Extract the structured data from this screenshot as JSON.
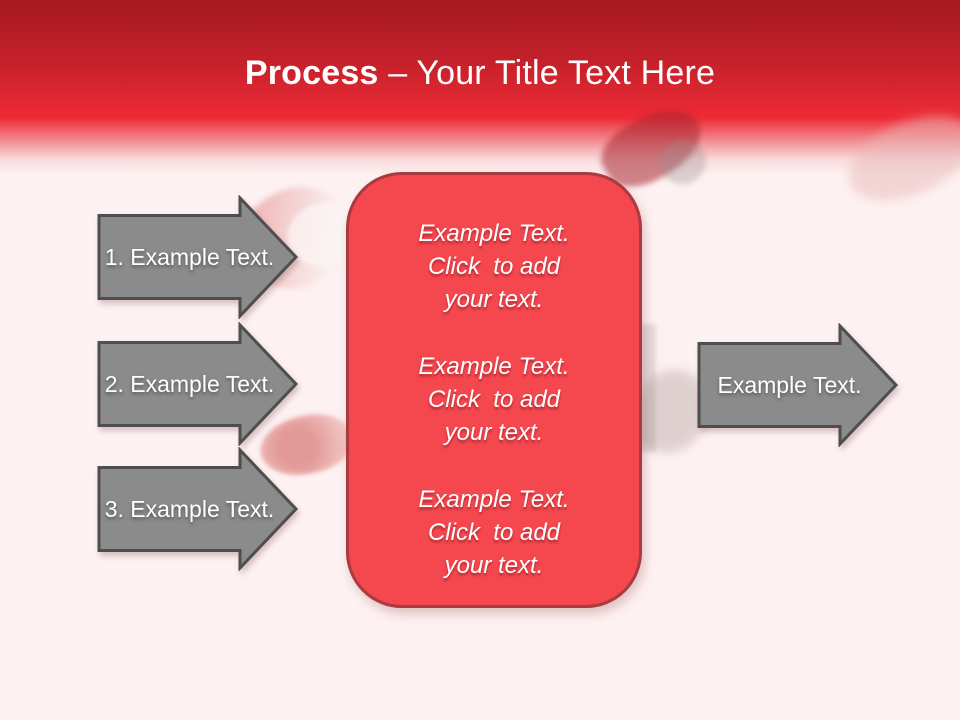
{
  "title": {
    "emphasis": "Process",
    "rest": " – Your Title Text Here"
  },
  "steps": [
    {
      "label": "1. Example Text."
    },
    {
      "label": "2. Example Text."
    },
    {
      "label": "3. Example Text."
    }
  ],
  "center_box": {
    "paragraphs": [
      {
        "lines": [
          "Example Text.",
          "Click  to add",
          "your text."
        ]
      },
      {
        "lines": [
          "Example Text.",
          "Click  to add",
          "your text."
        ]
      },
      {
        "lines": [
          "Example Text.",
          "Click  to add",
          "your text."
        ]
      }
    ]
  },
  "result_arrow": {
    "label": "Example Text."
  },
  "colors": {
    "header_top": "#a5191f",
    "header_bright": "#ee2b36",
    "slide_bg": "#fdf1f2",
    "arrow_fill": "#8b8b8b",
    "arrow_border": "#4e4e4e",
    "box_fill": "#f5474e",
    "box_border": "#a93a40",
    "title_text": "#ffffff"
  }
}
